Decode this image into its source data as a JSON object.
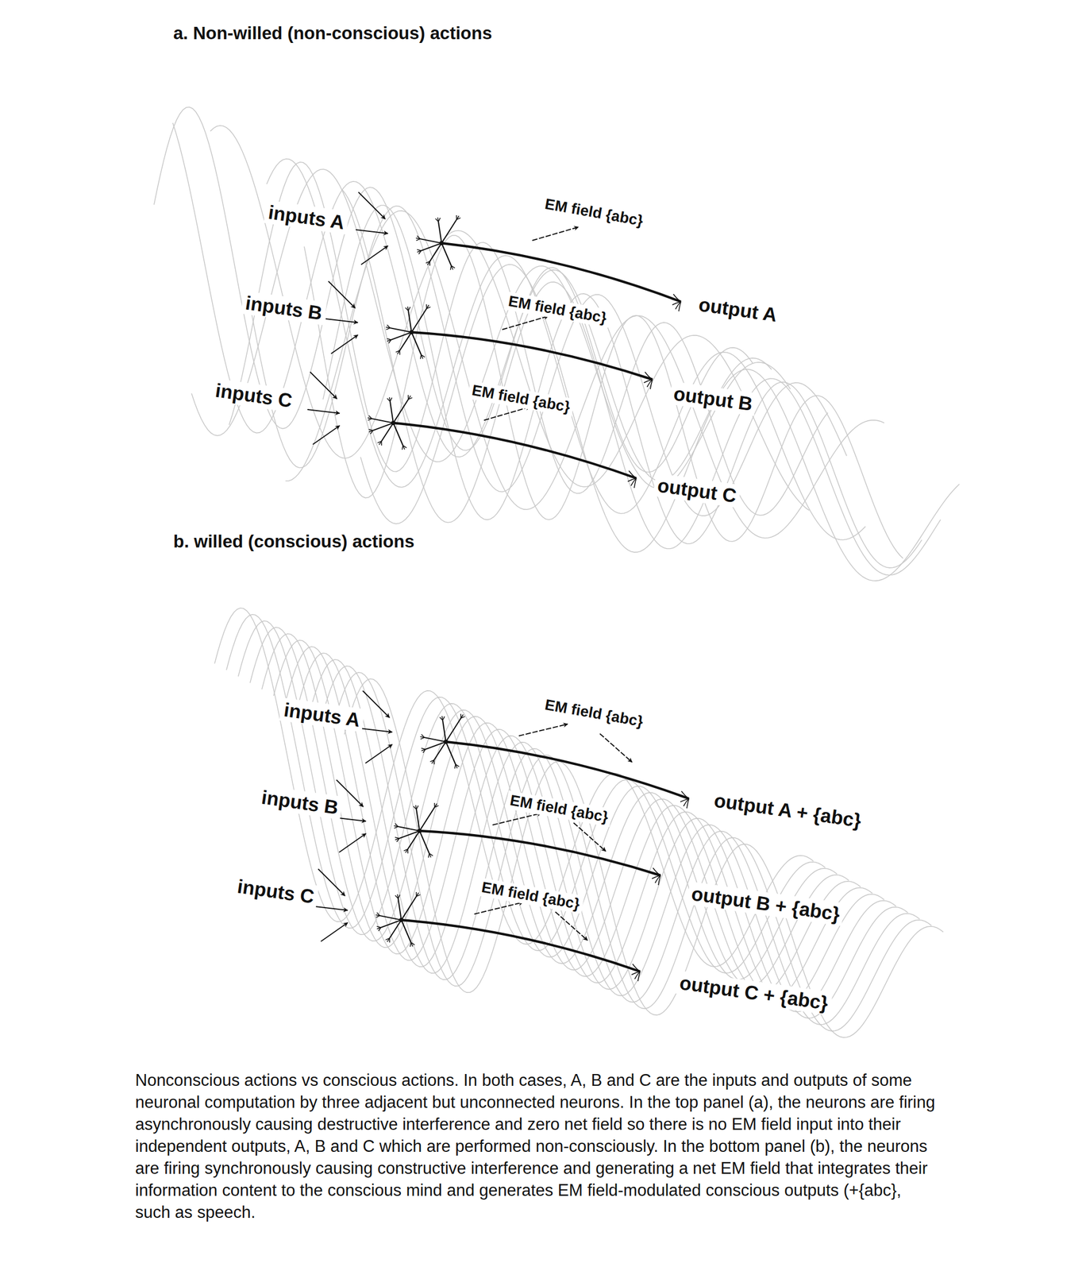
{
  "diagram": {
    "caption": "Nonconscious actions vs conscious actions. In both cases, A, B and C are the inputs and outputs of some neuronal computation by three adjacent but unconnected neurons. In the top panel (a), the neurons are firing asynchronously causing destructive interference and zero net field so there is no EM field input into their independent outputs, A, B and C which are performed non-consciously. In the bottom panel (b), the neurons are firing synchronously causing constructive interference and generating a net EM field that integrates their information content to the conscious mind and generates EM field-modulated conscious outputs (+{abc}, such as speech.",
    "labels": [
      "a. Non-willed (non-conscious) actions",
      "inputs A",
      "EM field {abc}",
      "output A",
      "inputs B",
      "EM field {abc}",
      "output B",
      "inputs C",
      "EM field {abc}",
      "output C",
      "b. willed (conscious) actions",
      "inputs A",
      "EM field {abc}",
      "output A + {abc}",
      "inputs B",
      "EM field {abc}",
      "output B + {abc}",
      "inputs C",
      "EM field {abc}",
      "output C + {abc}"
    ]
  }
}
